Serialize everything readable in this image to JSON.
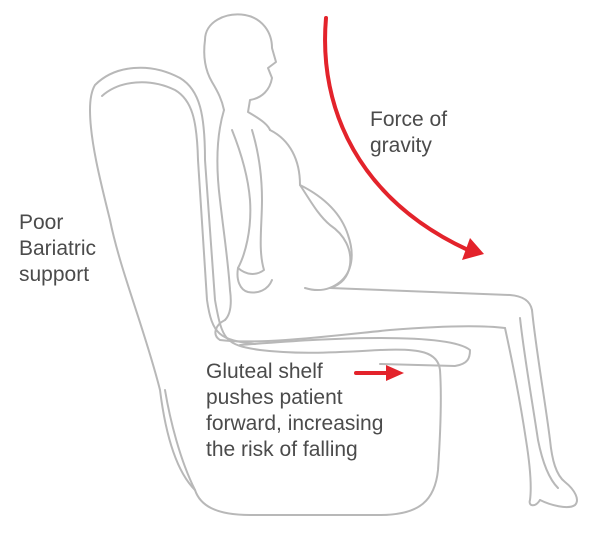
{
  "labels": {
    "gravity": {
      "lines": [
        "Force of",
        "gravity"
      ]
    },
    "bariatric": {
      "lines": [
        "Poor",
        "Bariatric",
        "support"
      ]
    },
    "gluteal": {
      "lines": [
        "Gluteal shelf",
        "pushes patient",
        "forward, increasing",
        "the risk of falling"
      ]
    }
  },
  "colors": {
    "outline": "#b8b8b8",
    "arrow": "#e3232b",
    "text": "#4b4b4b"
  },
  "icons": {
    "gravity_arrow": "curved-arrow-down-right",
    "shelf_arrow": "arrow-right"
  }
}
